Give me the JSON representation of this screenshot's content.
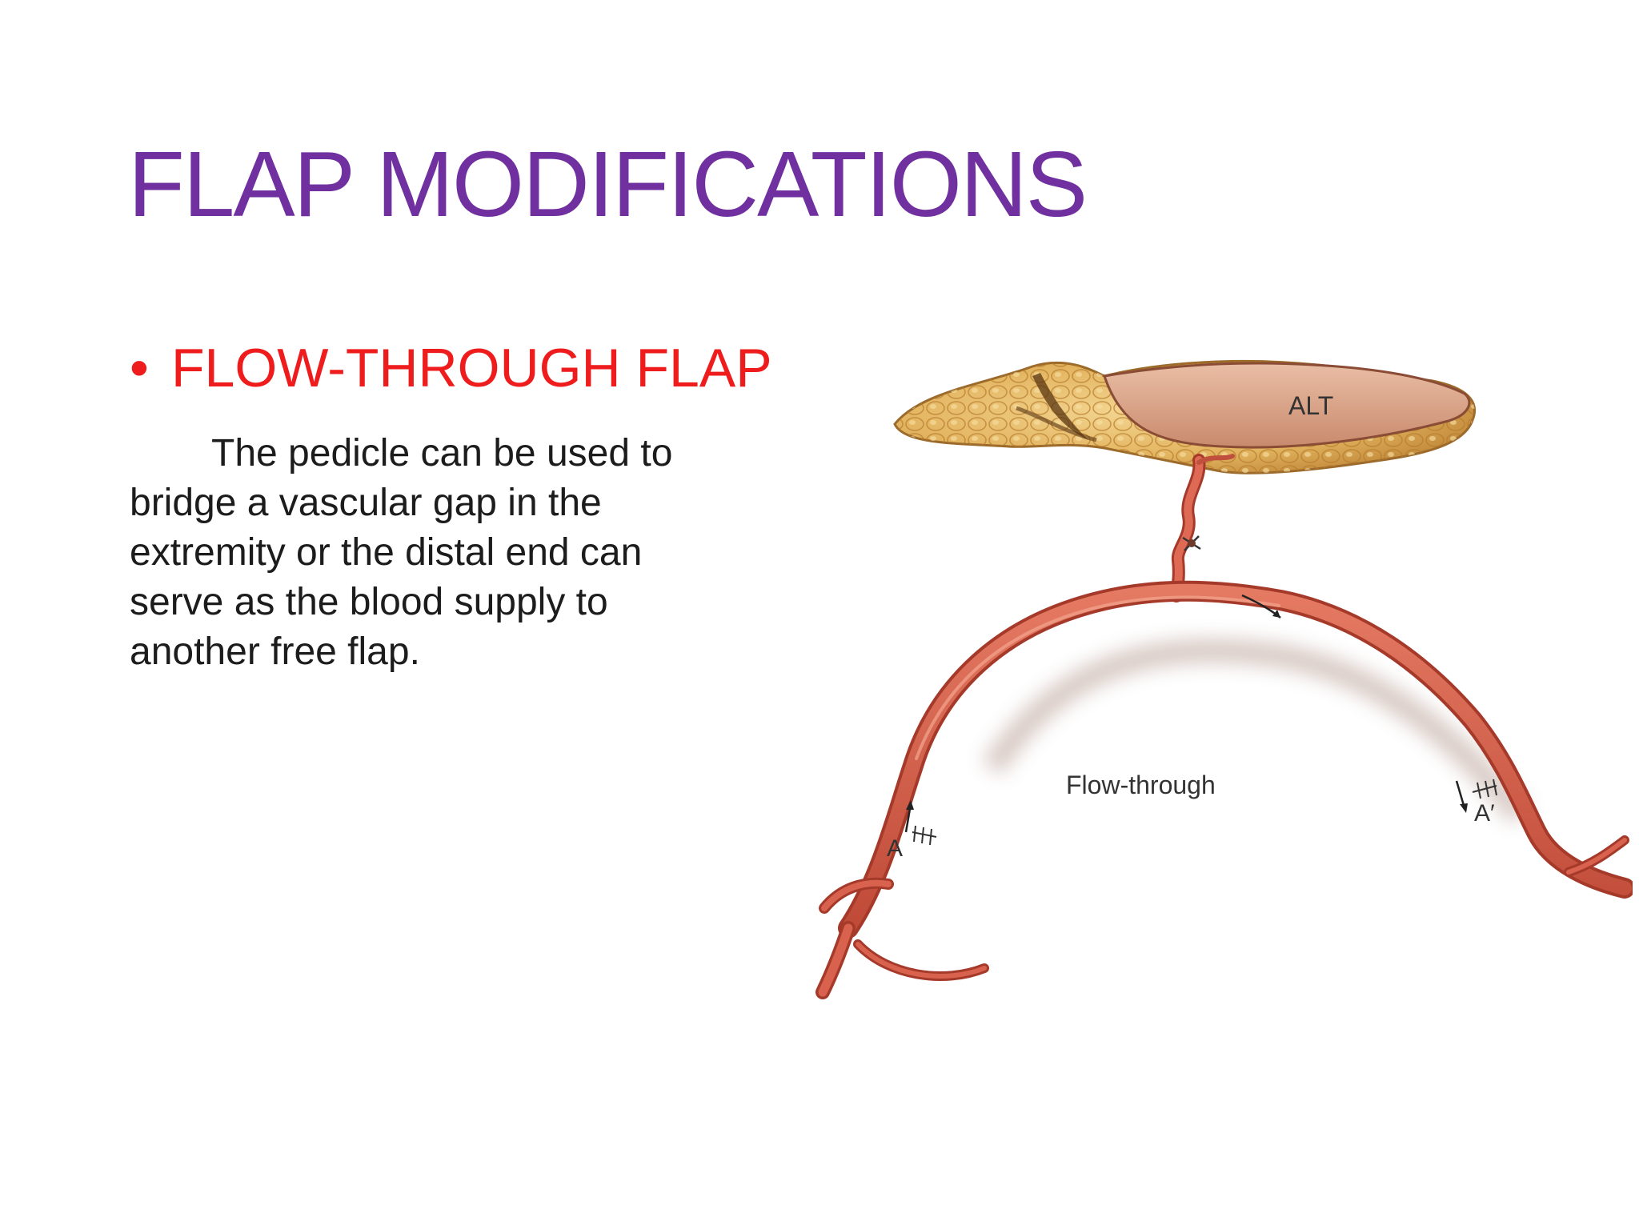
{
  "slide": {
    "title": "FLAP MODIFICATIONS",
    "bullet": {
      "symbol": "•",
      "heading": "FLOW-THROUGH FLAP"
    },
    "body": "The pedicle can be used to bridge a vascular gap in the extremity or the distal end can serve as the blood supply to another free flap."
  },
  "figure": {
    "flap_label": "ALT",
    "center_label": "Flow-through",
    "left_anastomosis_label": "A",
    "right_anastomosis_label": "A′"
  },
  "colors": {
    "title": "#7030a0",
    "bullet_heading": "#ee1c1c",
    "body_text": "#1c1c1c",
    "vessel": "#d8624e",
    "vessel_dark": "#a63a2a",
    "fat": "#e2b35e",
    "skin": "#dba58a"
  }
}
